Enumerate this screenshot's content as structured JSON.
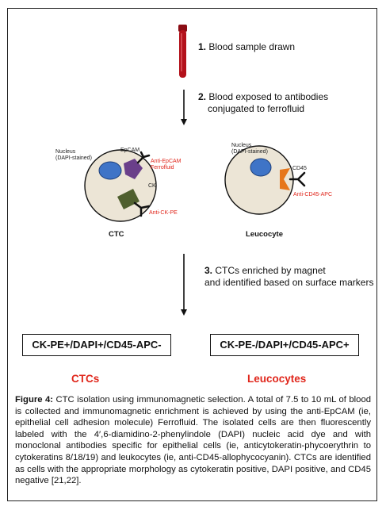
{
  "steps": [
    {
      "num": "1.",
      "text": "Blood sample drawn"
    },
    {
      "num": "2.",
      "text": "Blood exposed to antibodies",
      "text2": "conjugated to ferrofluid"
    },
    {
      "num": "3.",
      "text": "CTCs enriched by magnet",
      "text2": "and identified based on surface markers"
    }
  ],
  "ctc_cell": {
    "name": "CTC",
    "nucleus_label": "Nucleus",
    "nucleus_sub": "(DAPI-stained)",
    "epcam_label": "EpCAM",
    "anti_epcam": "Anti-EpCAM",
    "ferrofluid": "Ferrofluid",
    "ck_label": "CK",
    "anti_ck": "Anti-CK-PE"
  },
  "leuco_cell": {
    "name": "Leucocyte",
    "nucleus_label": "Nucleus",
    "nucleus_sub": "(DAPI-stained)",
    "cd45_label": "CD45",
    "anti_cd45": "Anti-CD45-APC"
  },
  "markers": {
    "left": "CK-PE+/DAPI+/CD45-APC-",
    "right": "CK-PE-/DAPI+/CD45-APC+"
  },
  "results": {
    "left": "CTCs",
    "right": "Leucocytes"
  },
  "caption": {
    "label": "Figure 4:",
    "text": "CTC isolation using immunomagnetic selection. A total of 7.5 to 10 mL of blood is collected and immunomagnetic enrichment is achieved by using the anti-EpCAM (ie, epithelial cell adhesion molecule) Ferrofluid. The isolated cells are then fluorescently labeled with the 4′,6-diamidino-2-phenylindole (DAPI) nucleic acid dye and with monoclonal antibodies specific for epithelial cells (ie, anticytokeratin-phycoerythrin to cytokeratins 8/18/19) and leukocytes (ie, anti-CD45-allophycocyanin). CTCs are identified as cells with the appropriate morphology as cytokeratin positive, DAPI positive, and CD45 negative [21,22]."
  },
  "colors": {
    "cell_fill": "#ece5d6",
    "nucleus": "#3f74c7",
    "epcam": "#6a3f8a",
    "ck": "#4f5f2e",
    "cd45": "#e6761b",
    "annotation_red": "#e0261b",
    "tube_red": "#b3111b"
  }
}
